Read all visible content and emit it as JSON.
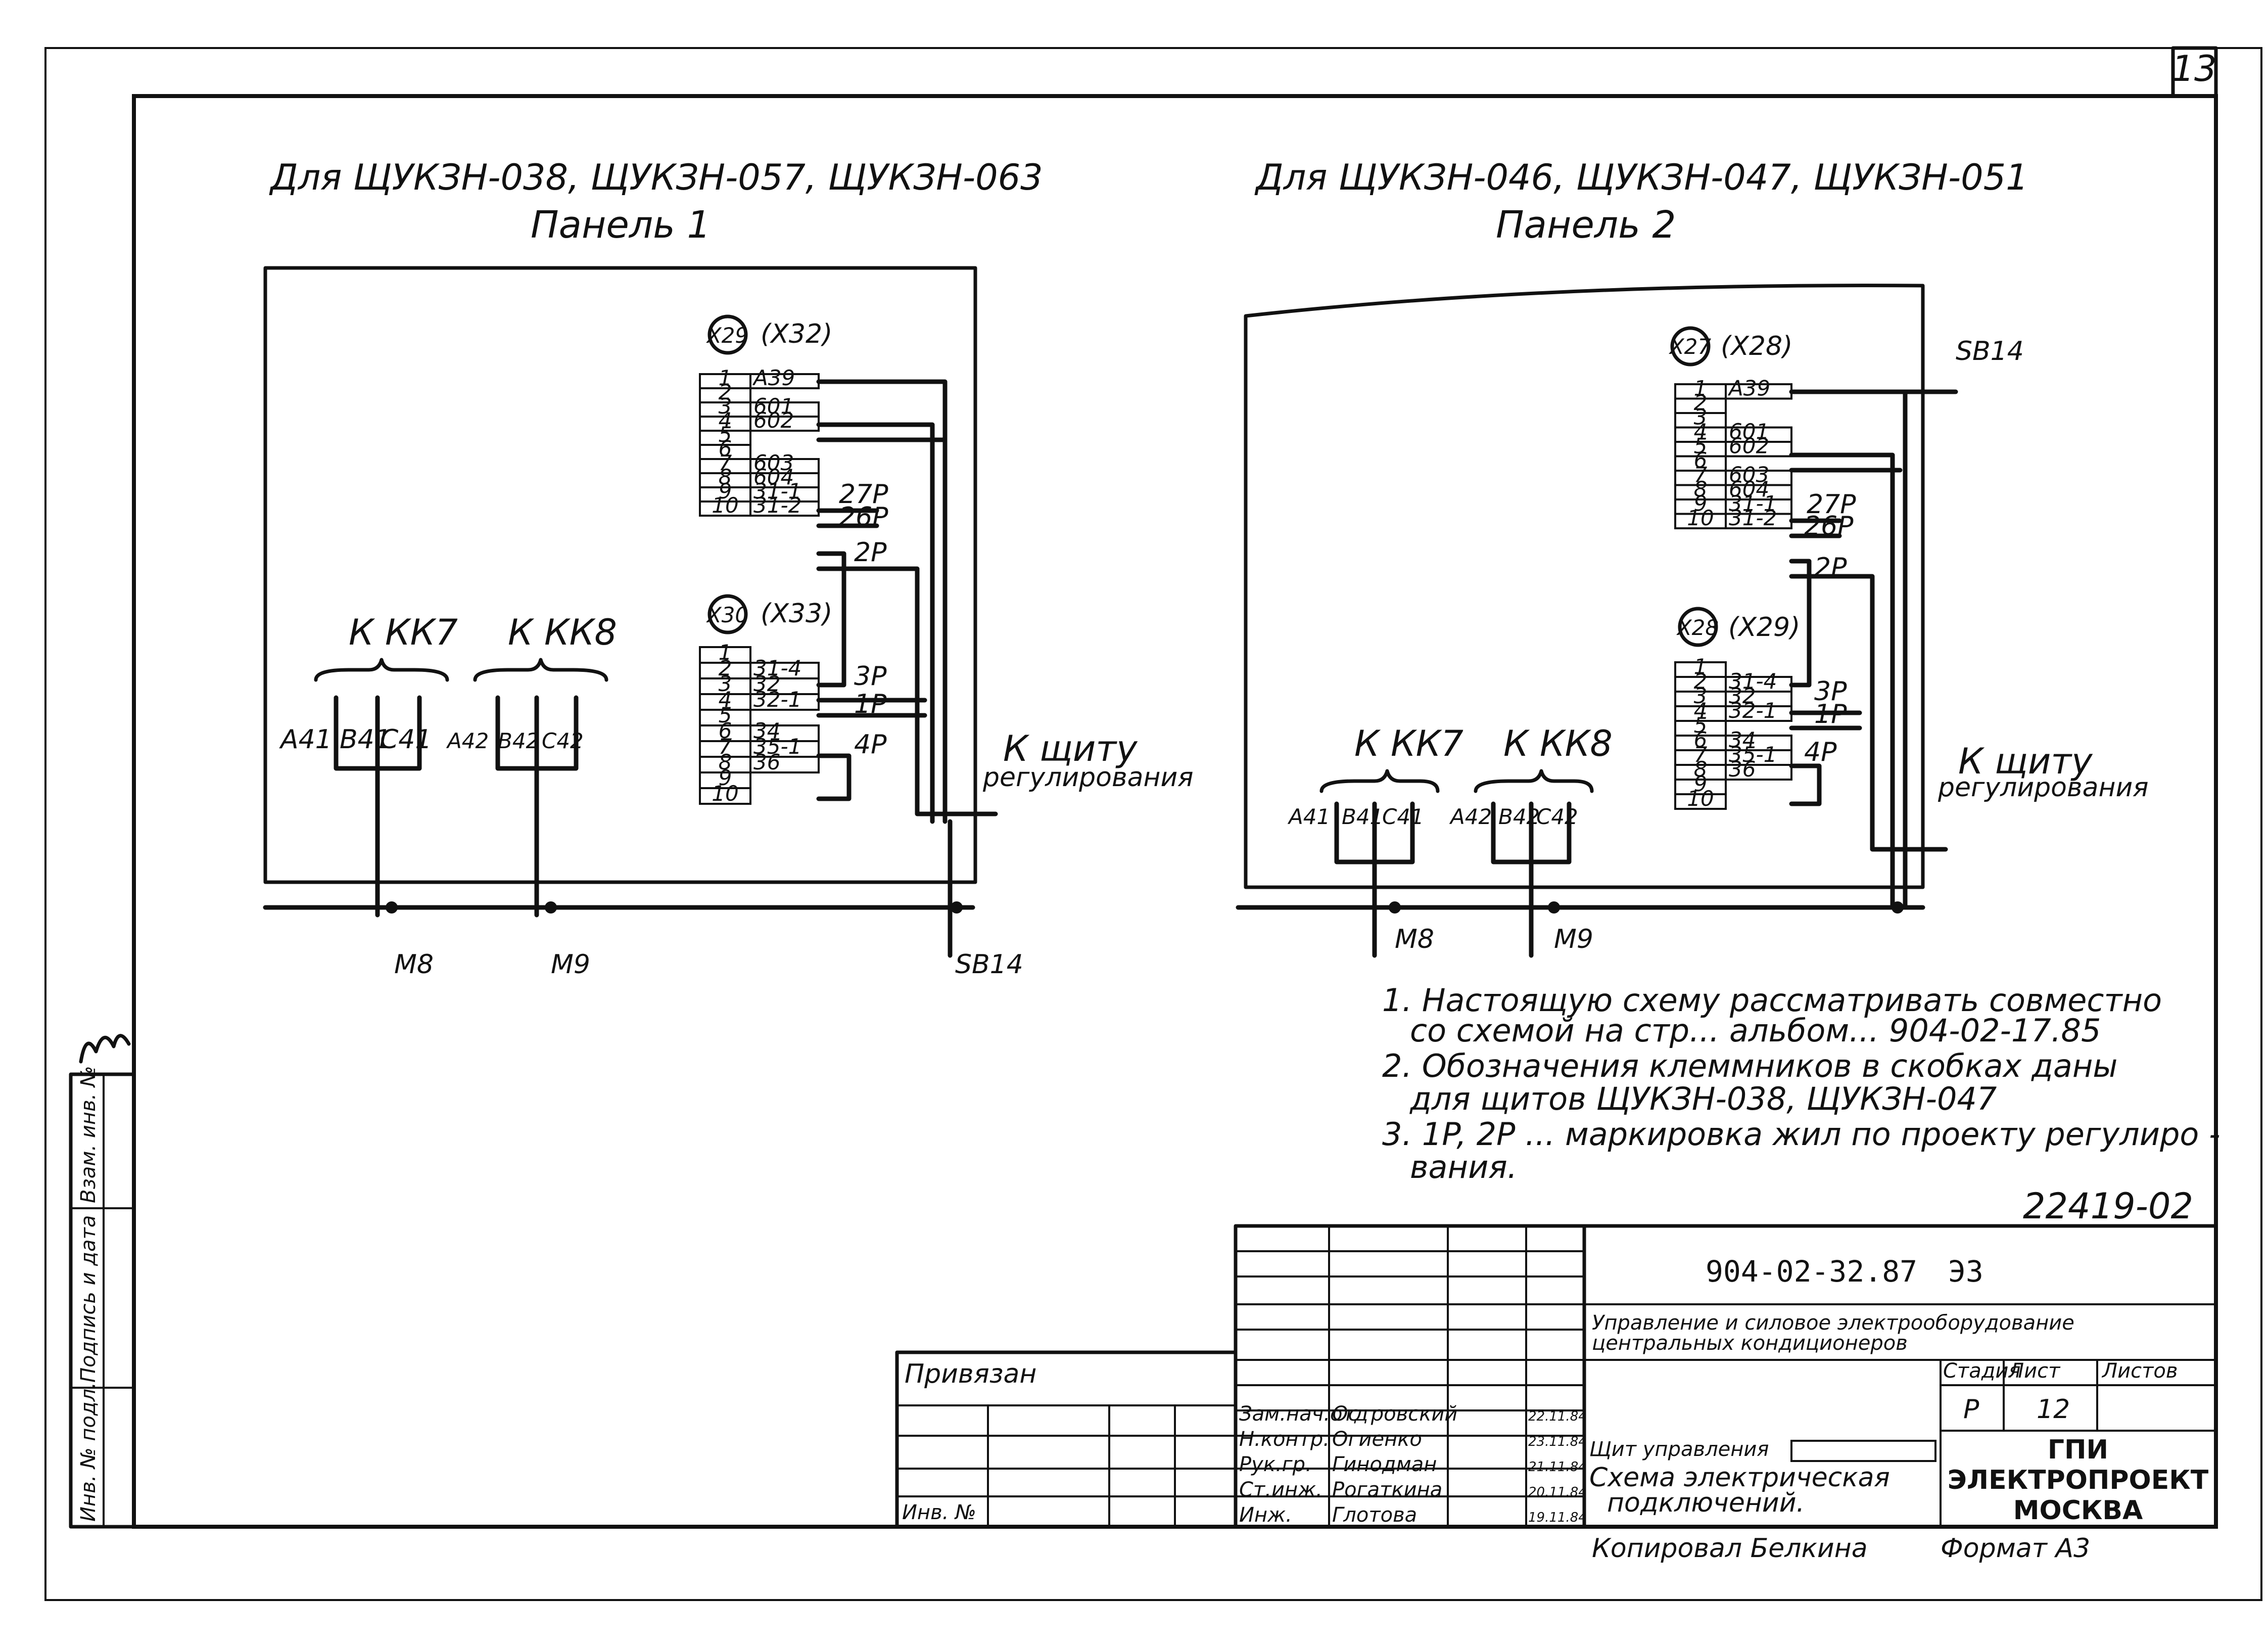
{
  "sheet": {
    "page_number": "13",
    "doc_number": "22419-02",
    "stamp_sign": "Брон"
  },
  "panel1": {
    "heading": "Для ЩУКЗН-038, ЩУКЗН-057, ЩУКЗН-063",
    "title": "Панель 1",
    "block_a": {
      "id": "X29",
      "alt": "(X32)"
    },
    "block_b": {
      "id": "X30",
      "alt": "(X33)"
    },
    "rows_a": [
      {
        "n": "1",
        "w": "A39"
      },
      {
        "n": "2",
        "w": ""
      },
      {
        "n": "3",
        "w": "601"
      },
      {
        "n": "4",
        "w": "602"
      },
      {
        "n": "5",
        "w": ""
      },
      {
        "n": "6",
        "w": ""
      },
      {
        "n": "7",
        "w": "603"
      },
      {
        "n": "8",
        "w": "604"
      },
      {
        "n": "9",
        "w": "31-1"
      },
      {
        "n": "10",
        "w": "31-2"
      }
    ],
    "rows_b": [
      {
        "n": "1",
        "w": ""
      },
      {
        "n": "2",
        "w": "31-4"
      },
      {
        "n": "3",
        "w": "32"
      },
      {
        "n": "4",
        "w": "32-1"
      },
      {
        "n": "5",
        "w": ""
      },
      {
        "n": "6",
        "w": "34"
      },
      {
        "n": "7",
        "w": "35-1"
      },
      {
        "n": "8",
        "w": "36"
      },
      {
        "n": "9",
        "w": ""
      },
      {
        "n": "10",
        "w": ""
      }
    ],
    "markers": [
      "27P",
      "26P",
      "2P",
      "3P",
      "1P",
      "4P"
    ],
    "to_panel": [
      "К щиту",
      "регулирования"
    ],
    "kk7": "К КК7",
    "kk8": "К КК8",
    "phases7": [
      "A41",
      "B41",
      "C41"
    ],
    "phases8": [
      "A42",
      "B42",
      "C42"
    ],
    "motors": [
      "M8",
      "M9"
    ],
    "sb": "SB14"
  },
  "panel2": {
    "heading": "Для ЩУКЗН-046, ЩУКЗН-047, ЩУКЗН-051",
    "title": "Панель 2",
    "block_a": {
      "id": "X27",
      "alt": "(X28)"
    },
    "block_b": {
      "id": "X28",
      "alt": "(X29)"
    },
    "rows_a": [
      {
        "n": "1",
        "w": "A39"
      },
      {
        "n": "2",
        "w": ""
      },
      {
        "n": "3",
        "w": ""
      },
      {
        "n": "4",
        "w": "601"
      },
      {
        "n": "5",
        "w": "602"
      },
      {
        "n": "6",
        "w": ""
      },
      {
        "n": "7",
        "w": "603"
      },
      {
        "n": "8",
        "w": "604"
      },
      {
        "n": "9",
        "w": "31-1"
      },
      {
        "n": "10",
        "w": "31-2"
      }
    ],
    "rows_b": [
      {
        "n": "1",
        "w": ""
      },
      {
        "n": "2",
        "w": "31-4"
      },
      {
        "n": "3",
        "w": "32"
      },
      {
        "n": "4",
        "w": "32-1"
      },
      {
        "n": "5",
        "w": ""
      },
      {
        "n": "6",
        "w": "34"
      },
      {
        "n": "7",
        "w": "35-1"
      },
      {
        "n": "8",
        "w": "36"
      },
      {
        "n": "9",
        "w": ""
      },
      {
        "n": "10",
        "w": ""
      }
    ],
    "markers": [
      "27P",
      "26P",
      "2P",
      "3P",
      "1P",
      "4P"
    ],
    "to_panel": [
      "К щиту",
      "регулирования"
    ],
    "kk7": "К КК7",
    "kk8": "К КК8",
    "phases7": [
      "A41",
      "B41",
      "C41"
    ],
    "phases8": [
      "A42",
      "B42",
      "C42"
    ],
    "motors": [
      "M8",
      "M9"
    ],
    "sb": "SB14"
  },
  "notes": [
    "1. Настоящую схему рассматривать совместно",
    "со схемой на стр... альбом... 904-02-17.85",
    "2. Обозначения клеммников в скобках даны",
    "для щитов ЩУКЗН-038, ЩУКЗН-047",
    "3. 1P, 2P ... маркировка жил по проекту регулиро -",
    "вания."
  ],
  "stamp": {
    "project_code": "904-02-32.87",
    "sheet_code": "ЭЗ",
    "title_1": "Управление и силовое электрооборудование",
    "title_2": "центральных кондиционеров",
    "privyazan": "Привязан",
    "inv": "Инв. №",
    "stage_h": "Стадия",
    "sheet_h": "Лист",
    "sheets_h": "Листов",
    "stage": "Р",
    "sheet_no": "12",
    "roles": [
      "Зам.нач.отд",
      "Н.контр.",
      "Рук.гр.",
      "Ст.инж.",
      "Инж."
    ],
    "names": [
      "Островский",
      "Огиенко",
      "Гинодман",
      "Рогаткина",
      "Глотова"
    ],
    "dates": [
      "22.11.84",
      "23.11.84",
      "21.11.84",
      "20.11.84",
      "19.11.84"
    ],
    "doc_title_1": "Щит управления",
    "doc_title_2": "Схема электрическая",
    "doc_title_3": "подключений.",
    "org_1": "ГПИ",
    "org_2": "ЭЛЕКТРОПРОЕКТ",
    "org_3": "МОСКВА",
    "copied": "Копировал  Белкина",
    "format": "Формат А3"
  },
  "side_stamp": [
    "Инв. № подл.",
    "Подпись и дата",
    "Взам. инв. №"
  ]
}
